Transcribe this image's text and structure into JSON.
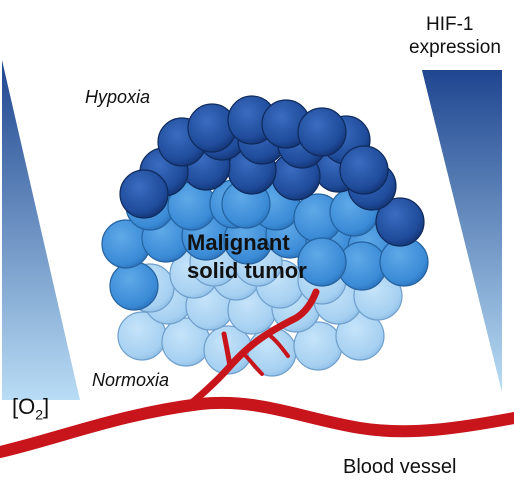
{
  "labels": {
    "hypoxia": "Hypoxia",
    "normoxia": "Normoxia",
    "hif_line1": "HIF-1",
    "hif_line2": "expression",
    "tumor_line1": "Malignant",
    "tumor_line2": "solid tumor",
    "o2_prefix": "[O",
    "o2_sub": "2",
    "o2_suffix": "]",
    "vessel": "Blood vessel"
  },
  "colors": {
    "gradient_dark": "#1f4690",
    "gradient_light": "#aed6f2",
    "cell_hypoxic": "#1f4b9a",
    "cell_mid": "#3b8fda",
    "cell_normoxic": "#a9d3f3",
    "vessel": "#c8151b"
  }
}
